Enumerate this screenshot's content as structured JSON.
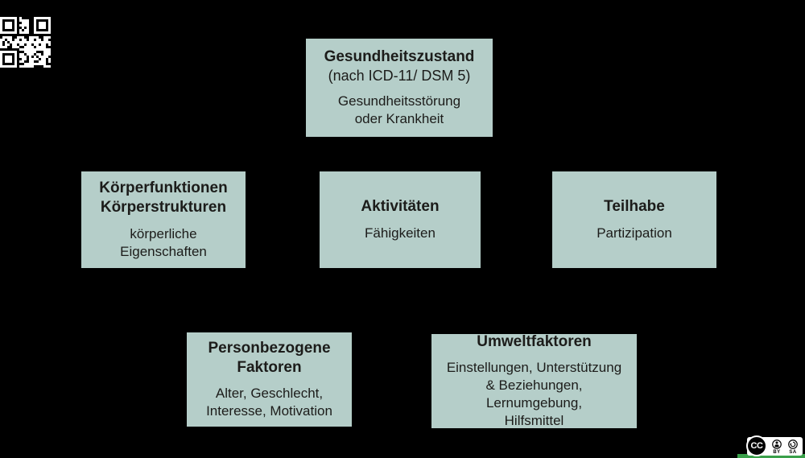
{
  "colors": {
    "background": "#000000",
    "box_fill": "#b5cec9",
    "box_text": "#1c1c1a",
    "footer_strip_green": "#3aa04a",
    "license_badge_bg": "#ffffff",
    "qr_module": "#ffffff"
  },
  "boxes": {
    "health": {
      "title": "Gesundheitszustand",
      "subtitle": "(nach ICD-11/ DSM 5)",
      "body": "Gesundheitsstörung\noder Krankheit"
    },
    "body_functions": {
      "title": "Körperfunktionen\nKörperstrukturen",
      "body": "körperliche\nEigenschaften"
    },
    "activities": {
      "title": "Aktivitäten",
      "body": "Fähigkeiten"
    },
    "participation": {
      "title": "Teilhabe",
      "body": "Partizipation"
    },
    "personal_factors": {
      "title": "Personbezogene\nFaktoren",
      "body": "Alter, Geschlecht,\nInteresse, Motivation"
    },
    "environmental_factors": {
      "title": "Umweltfaktoren",
      "body": "Einstellungen, Unterstützung\n& Beziehungen, Lernumgebung,\nHilfsmittel"
    }
  },
  "license": {
    "cc_label": "CC",
    "by_label": "BY",
    "sa_label": "SA"
  },
  "icons": {
    "qr_code": "qr-code",
    "cc_logo": "cc-in-circle",
    "attribution": "person-in-circle",
    "share_alike": "circular-arrow-in-circle"
  }
}
